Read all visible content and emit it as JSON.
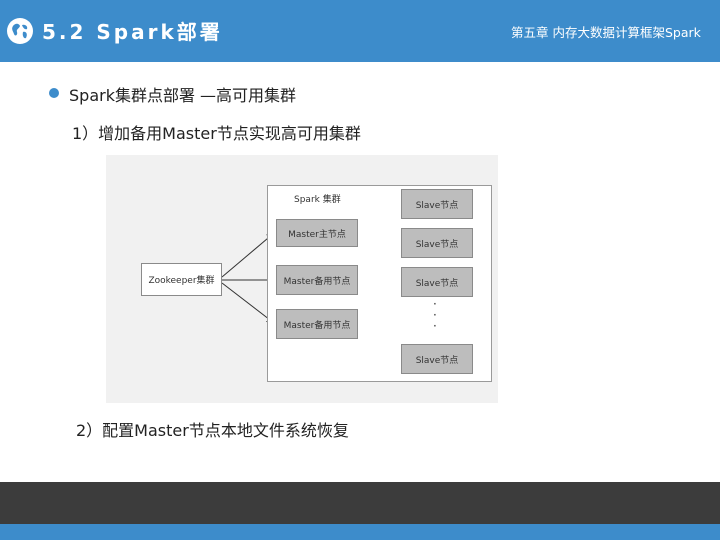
{
  "header": {
    "section_title": "5.2 Spark部署",
    "chapter_title": "第五章 内存大数据计算框架Spark",
    "icon": "globe-icon"
  },
  "content": {
    "bullet": "Spark集群点部署 —高可用集群",
    "step1": "1）增加备用Master节点实现高可用集群",
    "step2": "2）配置Master节点本地文件系统恢复"
  },
  "diagram": {
    "zookeeper": "Zookeeper集群",
    "cluster_label": "Spark 集群",
    "masters": [
      "Master主节点",
      "Master备用节点",
      "Master备用节点"
    ],
    "slaves": [
      "Slave节点",
      "Slave节点",
      "Slave节点",
      "Slave节点"
    ],
    "ellipsis": "·\n·\n·"
  },
  "colors": {
    "accent": "#3d8ccb",
    "footer": "#3c3c3c"
  }
}
